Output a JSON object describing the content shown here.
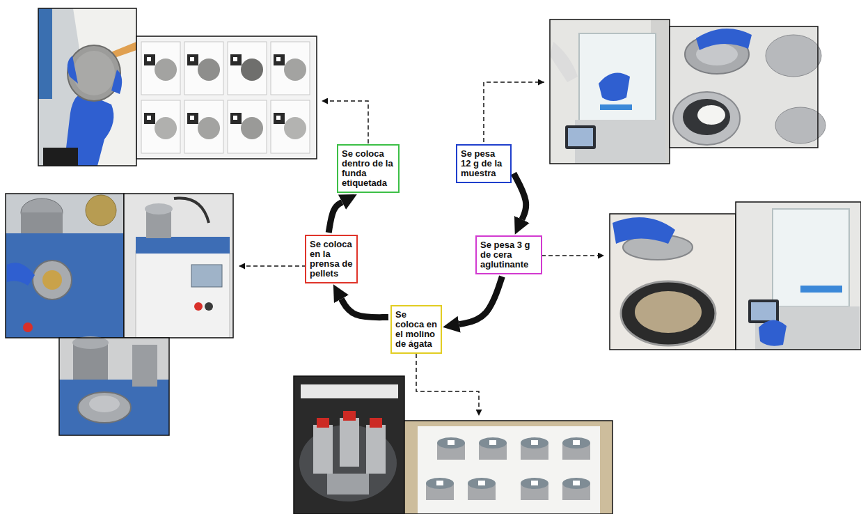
{
  "diagram": {
    "nodes": [
      {
        "text": [
          "Se pesa 12 g de la muestra"
        ]
      },
      {
        "text": [
          "Se pesa 3 g de cera aglutinante"
        ]
      },
      {
        "text": [
          "Se coloca en el molino de ágata"
        ]
      },
      {
        "text": [
          "Se coloca en la prensa de pellets"
        ]
      },
      {
        "text": [
          "Se coloca dentro de la funda etiquetada"
        ]
      }
    ],
    "edges": [
      {
        "from": 0,
        "to": 1,
        "arrow": "to"
      },
      {
        "from": 1,
        "to": 2,
        "arrow": "to"
      },
      {
        "from": 2,
        "to": 3,
        "arrow": "to"
      },
      {
        "from": 3,
        "to": 4,
        "arrow": "to"
      }
    ]
  }
}
